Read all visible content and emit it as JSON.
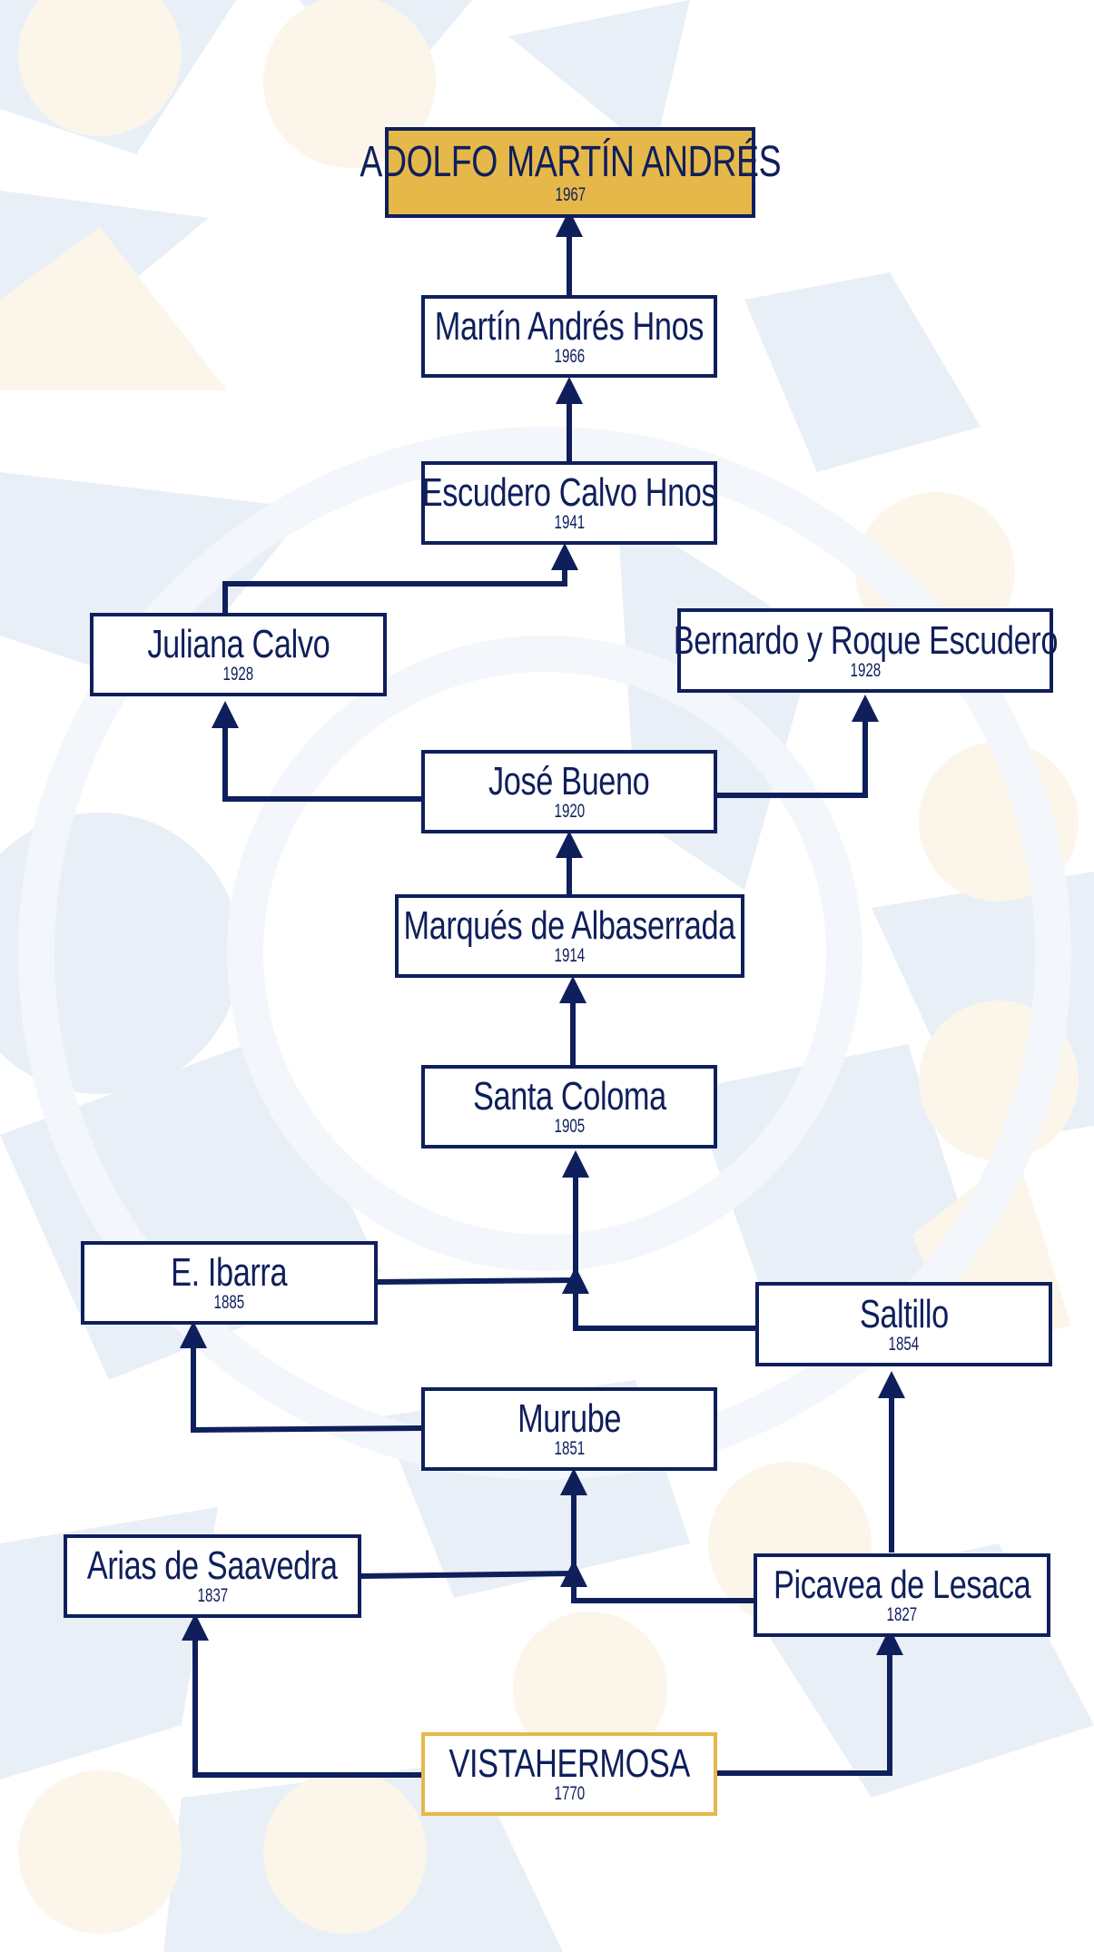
{
  "colors": {
    "navy": "#0f1f5c",
    "gold": "#e6b84a",
    "background_blue": "#e9eff6",
    "background_cream": "#fbf6e9"
  },
  "nodes": {
    "adolfo_martin_andres": {
      "name": "ADOLFO MARTÍN ANDRÉS",
      "year": "1967"
    },
    "martin_andres_hnos": {
      "name": "Martín Andrés Hnos",
      "year": "1966"
    },
    "escudero_calvo_hnos": {
      "name": "Escudero Calvo Hnos",
      "year": "1941"
    },
    "juliana_calvo": {
      "name": "Juliana Calvo",
      "year": "1928"
    },
    "bernardo_y_roque_escudero": {
      "name": "Bernardo y Roque Escudero",
      "year": "1928"
    },
    "jose_bueno": {
      "name": "José Bueno",
      "year": "1920"
    },
    "marques_de_albaserrada": {
      "name": "Marqués de Albaserrada",
      "year": "1914"
    },
    "santa_coloma": {
      "name": "Santa Coloma",
      "year": "1905"
    },
    "e_ibarra": {
      "name": "E. Ibarra",
      "year": "1885"
    },
    "saltillo": {
      "name": "Saltillo",
      "year": "1854"
    },
    "murube": {
      "name": "Murube",
      "year": "1851"
    },
    "arias_de_saavedra": {
      "name": "Arias de Saavedra",
      "year": "1837"
    },
    "picavea_de_lesaca": {
      "name": "Picavea de Lesaca",
      "year": "1827"
    },
    "vistahermosa": {
      "name": "VISTAHERMOSA",
      "year": "1770"
    }
  }
}
